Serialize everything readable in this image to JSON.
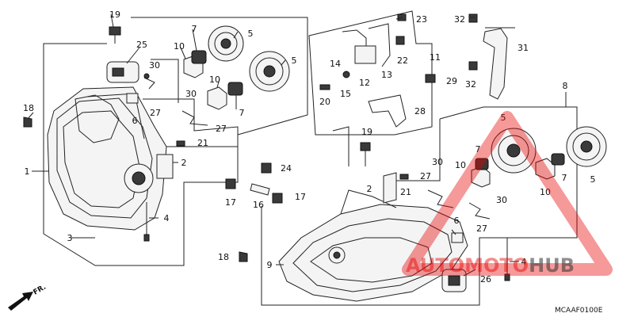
{
  "diagram": {
    "callouts": {
      "c1": "1",
      "c2a": "2",
      "c2b": "2",
      "c3": "3",
      "c4a": "4",
      "c4b": "4",
      "c5a": "5",
      "c5b": "5",
      "c5c": "5",
      "c5d": "5",
      "c6a": "6",
      "c6b": "6",
      "c7a": "7",
      "c7b": "7",
      "c7c": "7",
      "c7d": "7",
      "c8": "8",
      "c9": "9",
      "c10a": "10",
      "c10b": "10",
      "c10c": "10",
      "c10d": "10",
      "c11": "11",
      "c12": "12",
      "c13": "13",
      "c14": "14",
      "c15": "15",
      "c16": "16",
      "c17a": "17",
      "c17b": "17",
      "c18a": "18",
      "c18b": "18",
      "c19a": "19",
      "c19b": "19",
      "c20": "20",
      "c21a": "21",
      "c21b": "21",
      "c22": "22",
      "c23": "23",
      "c24": "24",
      "c25": "25",
      "c26": "26",
      "c27a": "27",
      "c27b": "27",
      "c27c": "27",
      "c27d": "27",
      "c28": "28",
      "c29": "29",
      "c30a": "30",
      "c30b": "30",
      "c30c": "30",
      "c30d": "30",
      "c31": "31",
      "c32a": "32",
      "c32b": "32"
    },
    "direction_label": "FR.",
    "diagram_code": "MCAAF0100E",
    "watermark": {
      "word1": "AUTO",
      "word2": "MOTO",
      "word3": "HUB",
      "brand_color": "#e60000"
    }
  }
}
